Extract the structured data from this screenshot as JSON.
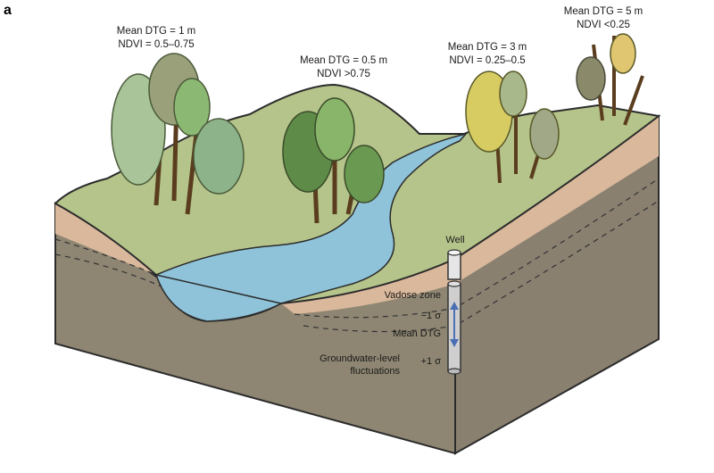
{
  "panel_label": "a",
  "annotations": {
    "site1": {
      "line1": "Mean DTG = 1 m",
      "line2": "NDVI = 0.5–0.75"
    },
    "site2": {
      "line1": "Mean DTG = 0.5 m",
      "line2": "NDVI >0.75"
    },
    "site3": {
      "line1": "Mean DTG = 3 m",
      "line2": "NDVI = 0.25–0.5"
    },
    "site4": {
      "line1": "Mean DTG = 5 m",
      "line2": "NDVI <0.25"
    }
  },
  "well": {
    "label": "Well",
    "vadose": "Vadose zone",
    "minus_sigma": "−1 σ",
    "mean": "Mean DTG",
    "plus_sigma": "+1 σ",
    "fluct_line1": "Groundwater-level",
    "fluct_line2": "fluctuations"
  },
  "colors": {
    "grass": "#b5c48a",
    "soil": "#d9b89c",
    "subsoil": "#8e8672",
    "water": "#8fc3d9",
    "arrow": "#4a6fb5"
  }
}
